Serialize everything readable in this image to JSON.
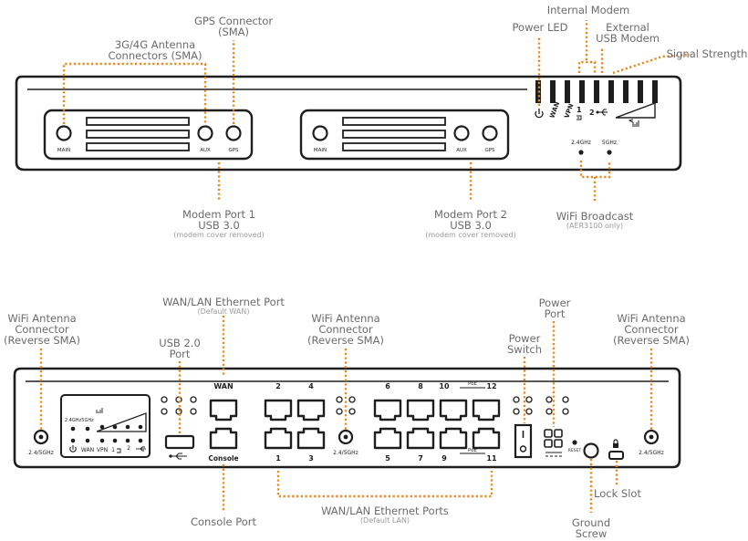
{
  "front_panel": {
    "modem_ports": [
      {
        "main": "MAIN",
        "aux": "AUX",
        "gps": "GPS"
      },
      {
        "main": "MAIN",
        "aux": "AUX",
        "gps": "GPS"
      }
    ],
    "led_wan": "WAN",
    "led_vpn": "VPN",
    "led_modem1": "1",
    "led_modem2": "2",
    "wifi_24": "2.4GHz",
    "wifi_5": "5GHz"
  },
  "rear_panel": {
    "antenna_label": "2.4/5GHz",
    "wan": "WAN",
    "console": "Console",
    "ports_top": [
      "2",
      "4",
      "6",
      "8",
      "10",
      "12"
    ],
    "ports_bottom": [
      "1",
      "3",
      "5",
      "7",
      "9",
      "11"
    ],
    "poe": "PoE",
    "reset": "RESET",
    "status": {
      "wifi_24": "2.4GHz",
      "wifi_5": "5GHz",
      "wan": "WAN",
      "vpn": "VPN",
      "m1": "1",
      "m2": "2"
    }
  },
  "callouts": {
    "antenna_3g4g": [
      "3G/4G Antenna",
      "Connectors (SMA)"
    ],
    "gps": [
      "GPS Connector",
      "(SMA)"
    ],
    "power_led": "Power LED",
    "internal_modem": "Internal Modem",
    "external_usb": [
      "External",
      "USB Modem"
    ],
    "signal": "Signal Strength",
    "modem1": {
      "lines": [
        "Modem Port 1",
        "USB 3.0"
      ],
      "sub": "(modem cover removed)"
    },
    "modem2": {
      "lines": [
        "Modem Port 2",
        "USB 3.0"
      ],
      "sub": "(modem cover removed)"
    },
    "wifi_broadcast": {
      "line": "WiFi Broadcast",
      "sub": "(AER3100 only)"
    },
    "wifi_ant_left": [
      "WiFi Antenna",
      "Connector",
      "(Reverse SMA)"
    ],
    "usb2": [
      "USB 2.0",
      "Port"
    ],
    "wan_lan": {
      "line": "WAN/LAN Ethernet Port",
      "sub": "(Default WAN)"
    },
    "wifi_ant_mid": [
      "WiFi Antenna",
      "Connector",
      "(Reverse SMA)"
    ],
    "power_switch": [
      "Power",
      "Switch"
    ],
    "power_port": [
      "Power",
      "Port"
    ],
    "wifi_ant_right": [
      "WiFi Antenna",
      "Connector",
      "(Reverse SMA)"
    ],
    "console_port": "Console Port",
    "lan_ports": {
      "line": "WAN/LAN Ethernet Ports",
      "sub": "(Default LAN)"
    },
    "ground": [
      "Ground",
      "Screw"
    ],
    "lock": "Lock Slot"
  }
}
